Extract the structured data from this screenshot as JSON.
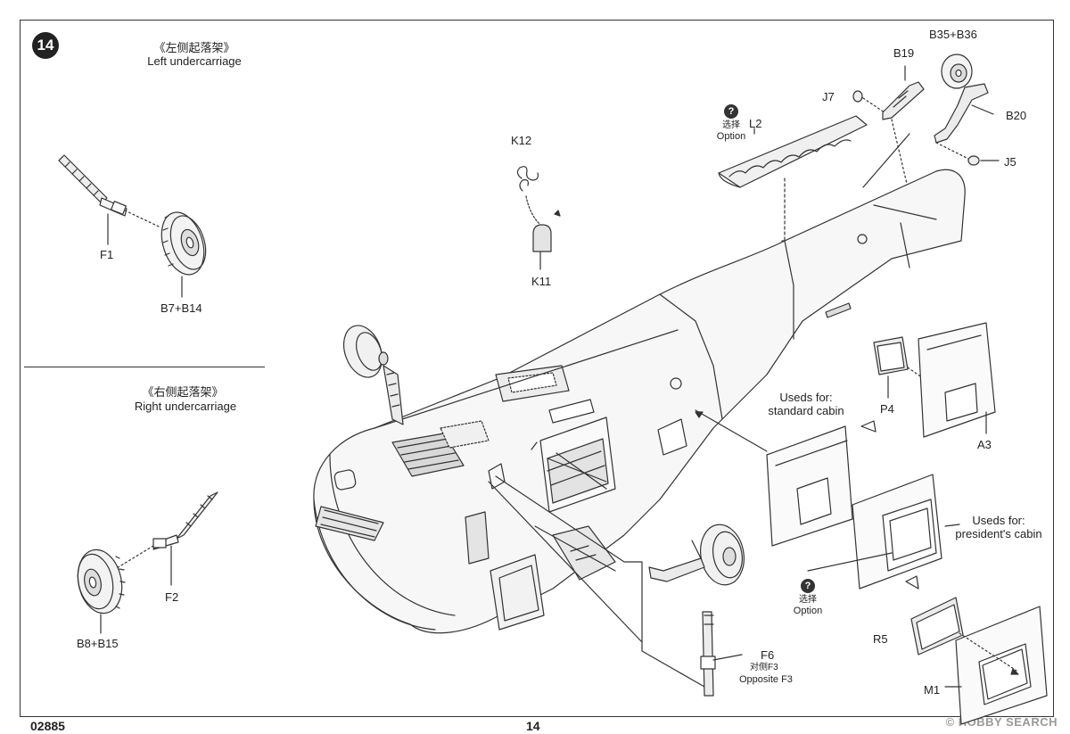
{
  "step_number": "14",
  "left_section": {
    "title_cn": "《左侧起落架》",
    "title_en": "Left undercarriage",
    "parts": {
      "strut": "F1",
      "wheel": "B7+B14"
    }
  },
  "right_section": {
    "title_cn": "《右侧起落架》",
    "title_en": "Right undercarriage",
    "parts": {
      "strut": "F2",
      "wheel": "B8+B15"
    }
  },
  "top_parts": {
    "k12": "K12",
    "k11": "K11",
    "l2": "L2",
    "j7": "J7",
    "b19": "B19",
    "b35b36": "B35+B36",
    "b20": "B20",
    "j5": "J5"
  },
  "option_top": {
    "badge": "?",
    "cn": "选择",
    "en": "Option"
  },
  "option_mid": {
    "badge": "?",
    "cn": "选择",
    "en": "Option"
  },
  "windows": {
    "p4": "P4",
    "a3": "A3",
    "r5": "R5",
    "m1": "M1",
    "standard_cabin": "Useds for:\nstandard cabin",
    "presidents_cabin": "Useds for:\npresident's cabin"
  },
  "f6": {
    "label": "F6",
    "opposite_cn": "对侧F3",
    "opposite_en": "Opposite F3"
  },
  "footer": {
    "kit_number": "02885",
    "page_number": "14"
  },
  "watermark": "© HOBBY SEARCH"
}
